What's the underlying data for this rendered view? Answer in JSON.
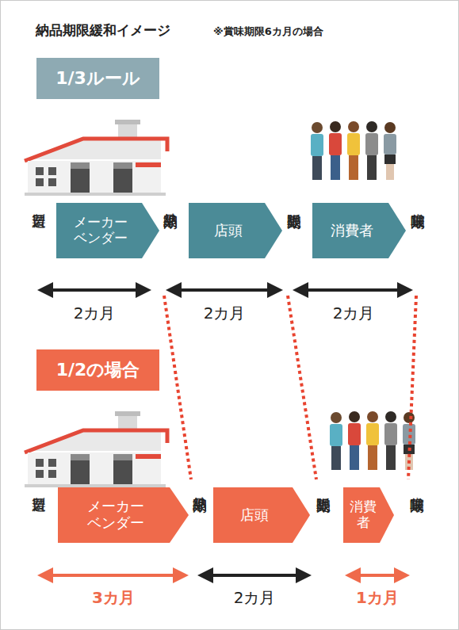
{
  "diagram": {
    "title": "納品期限緩和イメージ",
    "nodes": [
      {
        "text": [
          "1/3ルール"
        ]
      },
      {
        "text": [
          "メーカー ベンダー"
        ]
      },
      {
        "text": [
          "店頭"
        ]
      },
      {
        "text": [
          "消費者"
        ]
      },
      {
        "text": [
          "1/2の場合"
        ]
      },
      {
        "text": [
          "メーカー ベンダー"
        ]
      },
      {
        "text": [
          "店頭"
        ]
      },
      {
        "text": [
          "消費者"
        ]
      }
    ],
    "labels": [
      "※賞味期限6カ月の場合",
      "製造日",
      "納品期限",
      "販売期限",
      "賞味期限",
      "2カ月",
      "2カ月",
      "2カ月",
      "製造日",
      "納品期限",
      "販売期限",
      "賞味期限",
      "3カ月",
      "2カ月",
      "1カ月"
    ]
  }
}
